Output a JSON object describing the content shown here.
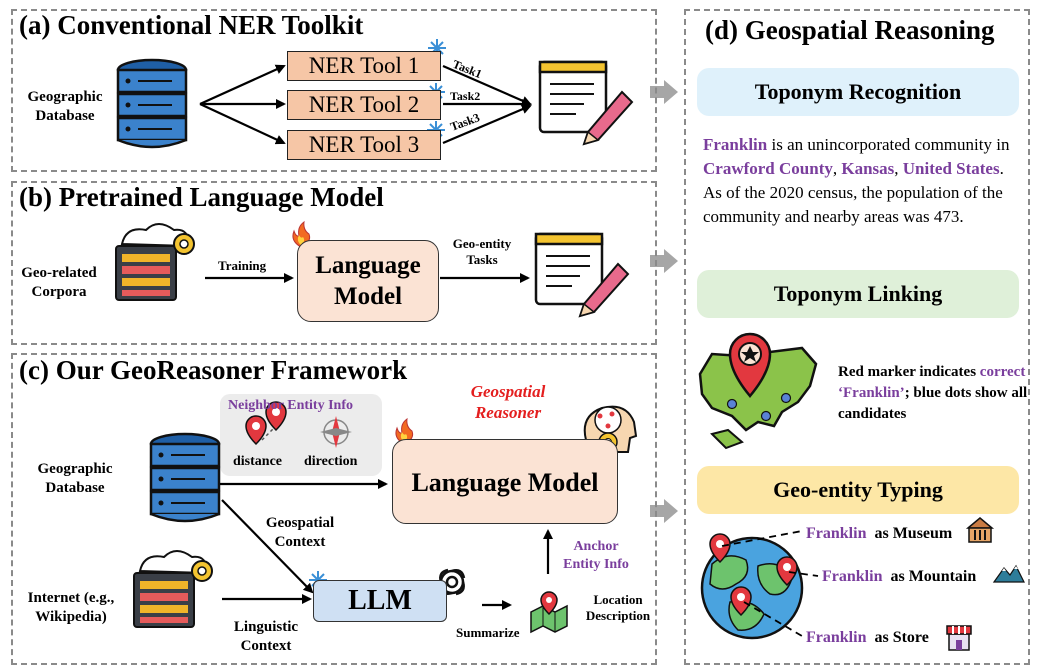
{
  "panel_a": {
    "title": "(a) Conventional NER Toolkit",
    "database_label": "Geographic Database",
    "tools": [
      "NER Tool 1",
      "NER Tool 2",
      "NER Tool 3"
    ],
    "tasks": [
      "Task1",
      "Task2",
      "Task3"
    ]
  },
  "panel_b": {
    "title": "(b) Pretrained Language Model",
    "corpora_label": "Geo-related Corpora",
    "training_label": "Training",
    "model_label": "Language Model",
    "tasks_label": "Geo-entity Tasks"
  },
  "panel_c": {
    "title": "(c) Our GeoReasoner Framework",
    "database_label": "Geographic Database",
    "neighbor_label": "Neighbor Entity Info",
    "distance_label": "distance",
    "direction_label": "direction",
    "reasoner_label": "Geospatial Reasoner",
    "model_label": "Language Model",
    "geo_context_label": "Geospatial Context",
    "internet_label": "Internet (e.g., Wikipedia)",
    "llm_label": "LLM",
    "linguistic_context_label": "Linguistic Context",
    "summarize_label": "Summarize",
    "location_label": "Location Description",
    "anchor_label": "Anchor Entity Info"
  },
  "panel_d": {
    "title": "(d) Geospatial Reasoning",
    "recognition_title": "Toponym Recognition",
    "recognition_text": {
      "t1": "Franklin",
      "t2": " is an unincorporated community in ",
      "t3": "Crawford County",
      "t4": ", ",
      "t5": "Kansas",
      "t6": ", ",
      "t7": "United States",
      "t8": ". As of the 2020 census, the population of the community and nearby areas was 473."
    },
    "linking_title": "Toponym Linking",
    "linking_text": {
      "a": "Red marker indicates",
      "b": "correct ‘Franklin’",
      "c": "; blue dots show all candidates"
    },
    "typing_title": "Geo-entity Typing",
    "typing_items": [
      {
        "entity": "Franklin",
        "type": "as Museum"
      },
      {
        "entity": "Franklin",
        "type": "as Mountain"
      },
      {
        "entity": "Franklin",
        "type": "as Store"
      }
    ]
  },
  "colors": {
    "purple": "#7a3e9d",
    "reasoner_red": "#e41f1f",
    "recognition_band": "#dff1fb",
    "linking_band": "#dff0d9",
    "typing_band": "#fde7a6",
    "ner_box": "#f6c6a6",
    "lm_box": "#fbe3d4",
    "llm_box": "#cfe0f3"
  }
}
